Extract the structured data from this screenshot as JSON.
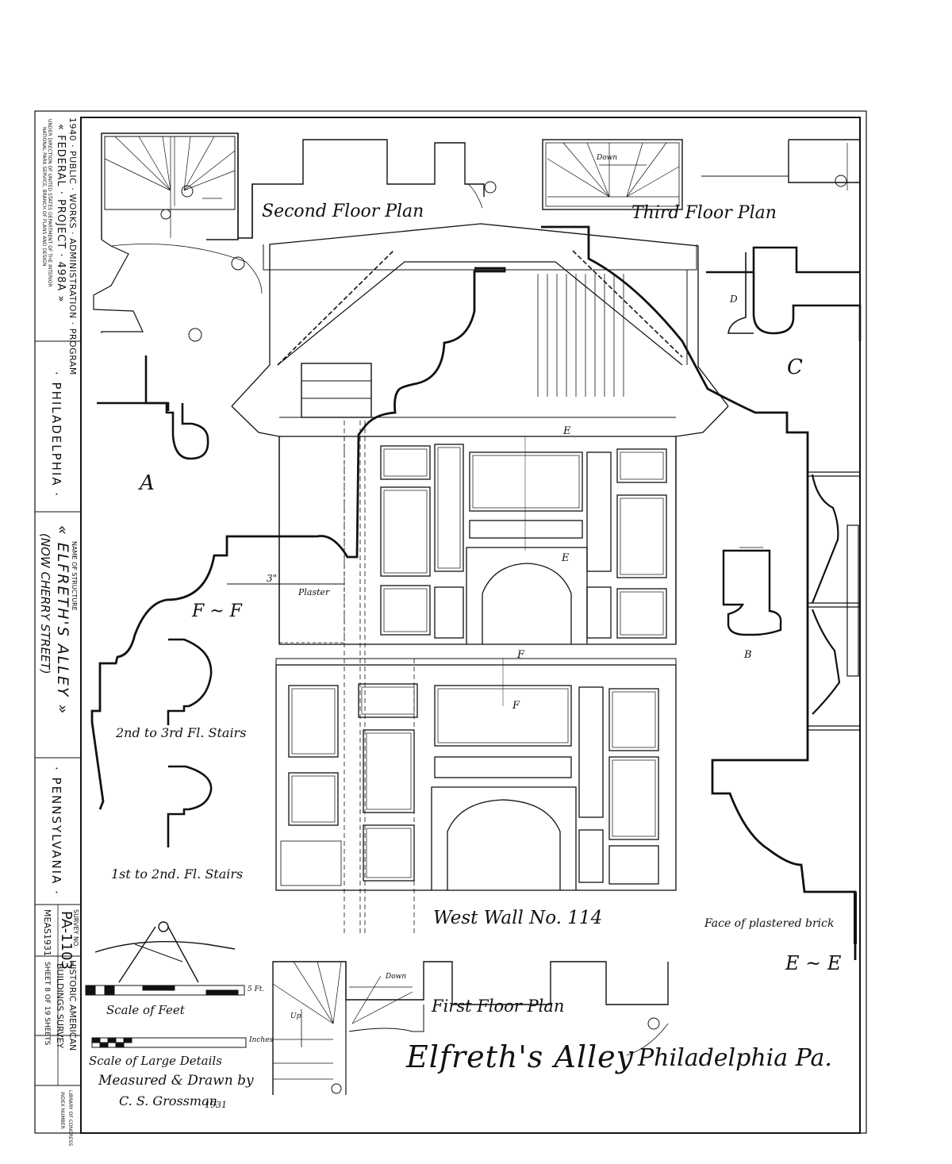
{
  "title_block": {
    "program_line1": "1940 · PUBLIC · WORKS · ADMINISTRATION · PROGRAM",
    "program_line2": "« FEDERAL · PROJECT · 498A »",
    "program_line3": "UNDER DIRECTION OF UNITED STATES DEPARTMENT OF THE INTERIOR",
    "program_line4": "NATIONAL PARK SERVICE, BRANCH OF PLANS AND DESIGN",
    "city": "· PHILADELPHIA ·",
    "structure_caption": "NAME OF STRUCTURE",
    "structure_name": "« ELFRETH'S ALLEY »",
    "structure_sub": "(NOW CHERRY STREET)",
    "state": "· PENNSYLVANIA ·",
    "survey_caption": "SURVEY NO.",
    "survey_no": "PA-1103",
    "meas": "MEAS1931",
    "habs_line1": "HISTORIC AMERICAN",
    "habs_line2": "BUILDINGS SURVEY",
    "sheet_line": "SHEET 8 OF 19 SHEETS",
    "loc_line1": "LIBRARY OF CONGRESS",
    "loc_line2": "INDEX NUMBER"
  },
  "labels": {
    "second_floor": "Second Floor Plan",
    "third_floor": "Third Floor Plan",
    "first_floor": "First Floor Plan",
    "west_wall": "West Wall No. 114",
    "stairs_2_3": "2nd to 3rd Fl. Stairs",
    "stairs_1_2": "1st to 2nd. Fl. Stairs",
    "scale_feet": "Scale of Feet",
    "scale_large": "Scale of Large Details",
    "scale_feet_unit": "5 Ft.",
    "scale_inch_unit": "Inches",
    "measured_by": "Measured & Drawn by",
    "drawn_by": "C. S. Grossman",
    "year": "1931",
    "face_brick": "Face of plastered brick",
    "plaster": "Plaster",
    "dim_3": "3\"",
    "down": "Down",
    "up": "Up",
    "sec_A": "A",
    "sec_B": "B",
    "sec_C": "C",
    "sec_D": "D",
    "sec_E": "E",
    "sec_F": "F",
    "sec_FF": "F ~ F",
    "sec_EE": "E ~ E",
    "main_title": "Elfreth's Alley",
    "main_city": "Philadelphia Pa."
  }
}
